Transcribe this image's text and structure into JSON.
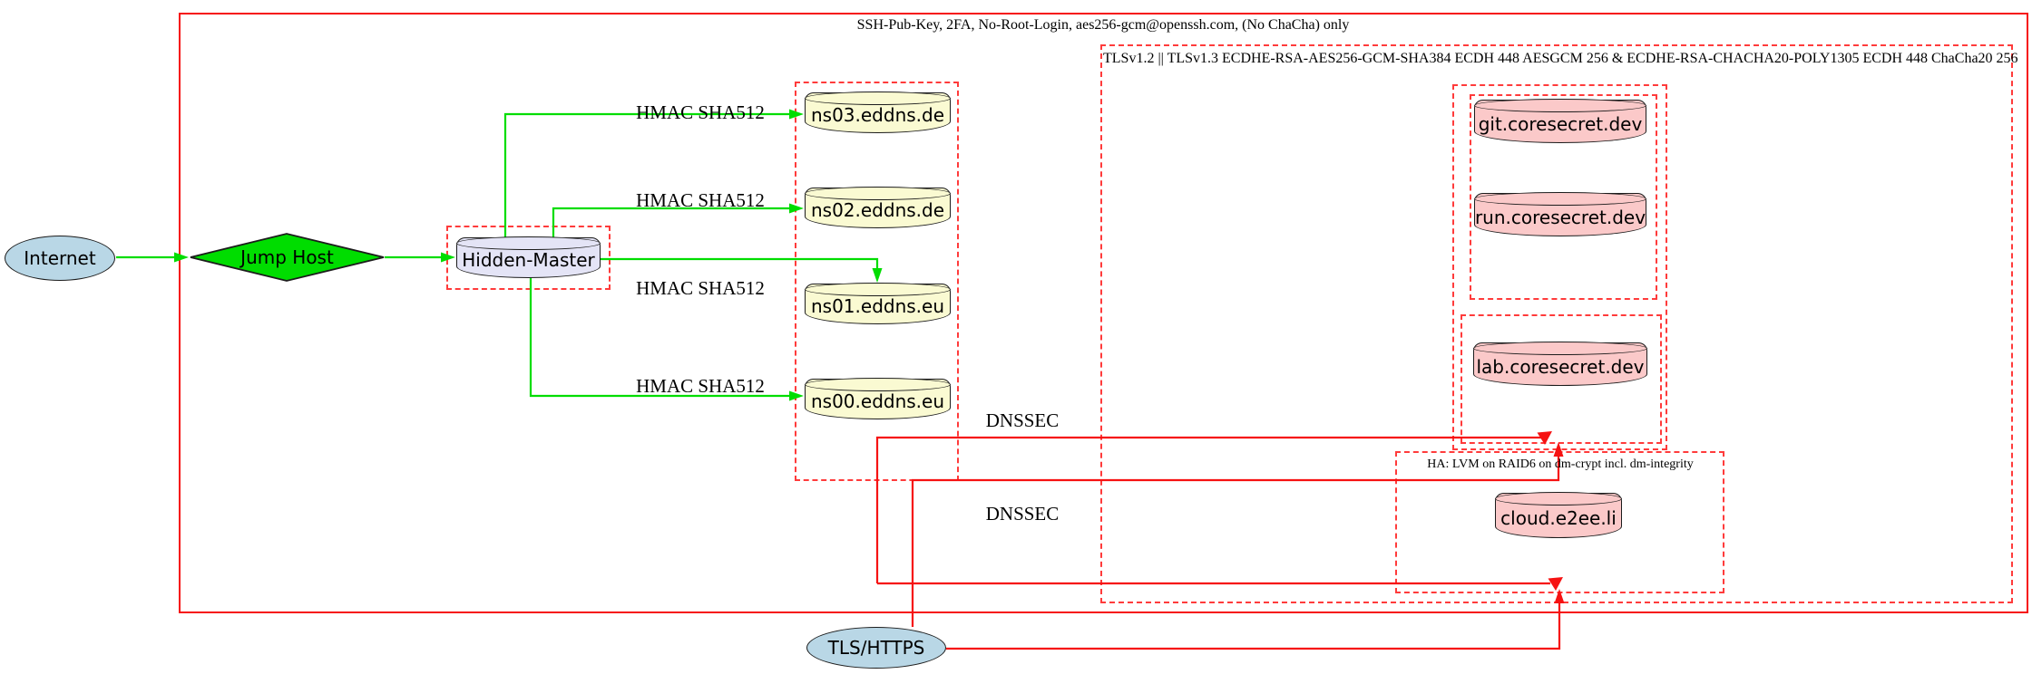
{
  "clusters": {
    "ssh_box": {
      "label": "SSH-Pub-Key, 2FA, No-Root-Login, aes256-gcm@openssh.com, (No ChaCha) only"
    },
    "tls_box": {
      "label": "TLSv1.2 || TLSv1.3 ECDHE-RSA-AES256-GCM-SHA384 ECDH 448 AESGCM 256 & ECDHE-RSA-CHACHA20-POLY1305 ECDH 448 ChaCha20 256"
    },
    "ha_box": {
      "label": "HA: LVM on RAID6 on dm-crypt incl. dm-integrity"
    }
  },
  "nodes": {
    "internet": {
      "label": "Internet",
      "shape": "ellipse",
      "fill": "#b9d7e6"
    },
    "jump_host": {
      "label": "Jump Host",
      "shape": "diamond",
      "fill": "#00dd00"
    },
    "hidden_master": {
      "label": "Hidden-Master",
      "shape": "cylinder",
      "fill": "#e4e4f6"
    },
    "ns03": {
      "label": "ns03.eddns.de",
      "shape": "cylinder",
      "fill": "#fafad2"
    },
    "ns02": {
      "label": "ns02.eddns.de",
      "shape": "cylinder",
      "fill": "#fafad2"
    },
    "ns01": {
      "label": "ns01.eddns.eu",
      "shape": "cylinder",
      "fill": "#fafad2"
    },
    "ns00": {
      "label": "ns00.eddns.eu",
      "shape": "cylinder",
      "fill": "#fafad2"
    },
    "git": {
      "label": "git.coresecret.dev",
      "shape": "cylinder",
      "fill": "#fbc9c9"
    },
    "run": {
      "label": "run.coresecret.dev",
      "shape": "cylinder",
      "fill": "#fbc9c9"
    },
    "lab": {
      "label": "lab.coresecret.dev",
      "shape": "cylinder",
      "fill": "#fbc9c9"
    },
    "cloud": {
      "label": "cloud.e2ee.li",
      "shape": "cylinder",
      "fill": "#fbc9c9"
    },
    "tls_https": {
      "label": "TLS/HTTPS",
      "shape": "ellipse",
      "fill": "#b9d7e6"
    }
  },
  "edge_labels": {
    "hmac_ns03": "HMAC SHA512",
    "hmac_ns02": "HMAC SHA512",
    "hmac_ns01": "HMAC SHA512",
    "hmac_ns00": "HMAC SHA512",
    "dnssec_1": "DNSSEC",
    "dnssec_2": "DNSSEC"
  },
  "colors": {
    "edge_green": "#00dd00",
    "edge_red": "#f61212",
    "border_dashed_red": "#ff3b3b",
    "node_border": "#1c1c1c"
  }
}
